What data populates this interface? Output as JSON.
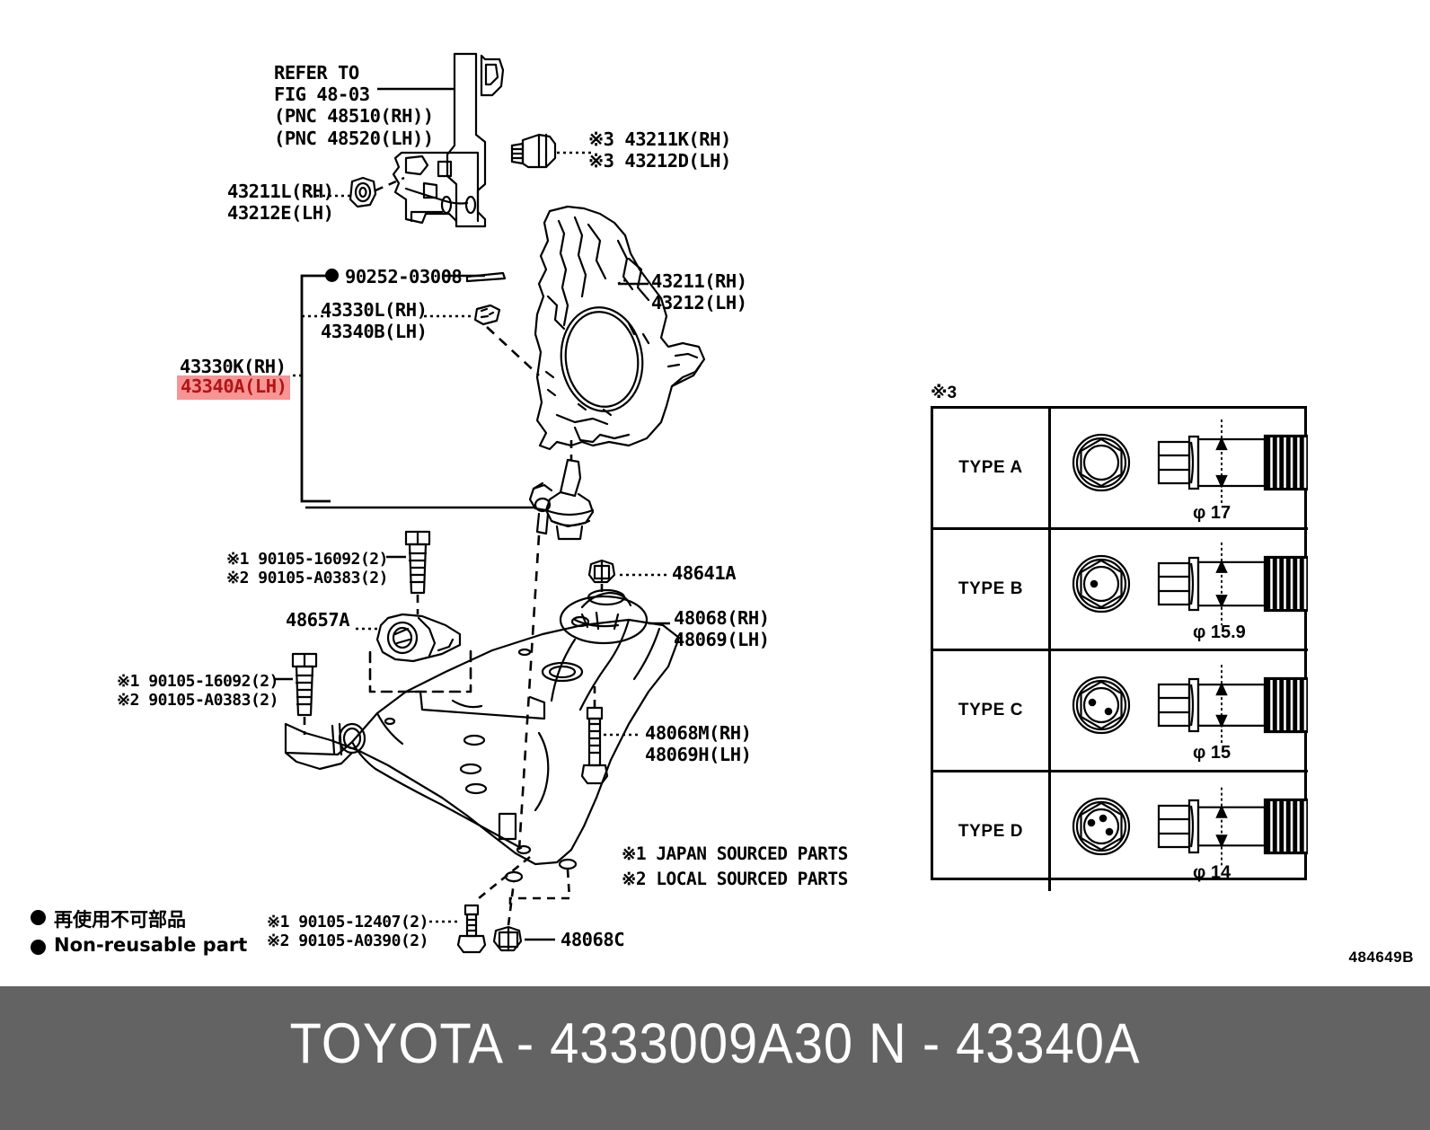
{
  "diagram": {
    "fig_code": "484649B",
    "highlight_color": "#f79494",
    "highlight_text_color": "#b41414",
    "footer_bg": "#636363"
  },
  "footer": {
    "brand": "TOYOTA",
    "sep": "-",
    "part_number": "4333009A30",
    "n_prefix": "N",
    "n_part": "43340A",
    "full": "TOYOTA - 4333009A30    N - 43340A"
  },
  "callouts": {
    "refer_to": "REFER TO\nFIG 48-03\n(PNC 48510(RH))\n(PNC 48520(LH))",
    "bolt_upper": "※3 43211K(RH)\n※3 43212D(LH)",
    "nut_left": "43211L(RH)\n43212E(LH)",
    "clip_90252": "90252-03008",
    "dust_cover": "43330L(RH)\n43340B(LH)",
    "knuckle": "43211(RH)\n43212(LH)",
    "ball_joint_rh": "43330K(RH)",
    "ball_joint_lh": "43340A(LH)",
    "bolt_a": "※1 90105-16092(2)\n※2 90105-A0383(2)",
    "bolt_b": "※1 90105-16092(2)\n※2 90105-A0383(2)",
    "bracket_48657A": "48657A",
    "nut_48641A": "48641A",
    "arm": "48068(RH)\n48069(LH)",
    "arm_bolt": "48068M(RH)\n48069H(LH)",
    "bolt_bottom": "※1 90105-12407(2)\n※2 90105-A0390(2)",
    "nut_48068C": "48068C"
  },
  "notes": {
    "japan": "※1 JAPAN SOURCED PARTS",
    "local": "※2 LOCAL SOURCED PARTS",
    "legend_jp": "再使用不可部品",
    "legend_en": "Non-reusable part"
  },
  "type_table": {
    "marker": "※3",
    "rows": [
      {
        "name": "TYPE A",
        "dim": "φ 17",
        "dim_value": 17,
        "shank_ratio": 1.0
      },
      {
        "name": "TYPE B",
        "dim": "φ 15.9",
        "dim_value": 15.9,
        "shank_ratio": 0.93
      },
      {
        "name": "TYPE C",
        "dim": "φ 15",
        "dim_value": 15,
        "shank_ratio": 0.88
      },
      {
        "name": "TYPE D",
        "dim": "φ 14",
        "dim_value": 14,
        "shank_ratio": 0.82
      }
    ]
  }
}
